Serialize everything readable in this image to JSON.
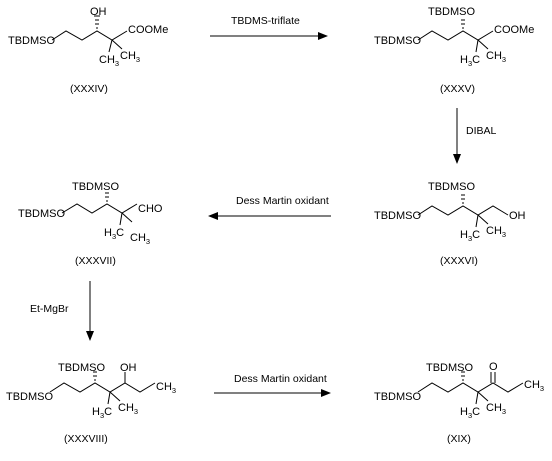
{
  "compounds": {
    "c34": {
      "id": "(XXXIV)",
      "oh": "OH",
      "silyl": "TBDMSO",
      "ester": "COOMe",
      "ch3a": "CH",
      "ch3a_sub": "3",
      "ch3b": "CH",
      "ch3b_sub": "3"
    },
    "c35": {
      "id": "(XXXV)",
      "silyl_top": "TBDMSO",
      "silyl": "TBDMSO",
      "ester": "COOMe",
      "h3c": "H",
      "h3c_sub": "3",
      "h3c_c": "C",
      "ch3": "CH",
      "ch3_sub": "3"
    },
    "c36": {
      "id": "(XXXVI)",
      "silyl_top": "TBDMSO",
      "silyl": "TBDMSO",
      "oh": "OH",
      "h3c": "H",
      "h3c_sub": "3",
      "h3c_c": "C",
      "ch3": "CH",
      "ch3_sub": "3"
    },
    "c37": {
      "id": "(XXXVII)",
      "silyl_top": "TBDMSO",
      "silyl": "TBDMSO",
      "cho": "CHO",
      "h3c": "H",
      "h3c_sub": "3",
      "h3c_c": "C",
      "ch3": "CH",
      "ch3_sub": "3"
    },
    "c38": {
      "id": "(XXXVIII)",
      "silyl_top": "TBDMSO",
      "silyl": "TBDMSO",
      "oh": "OH",
      "ch3_end": "CH",
      "ch3_end_sub": "3",
      "h3c": "H",
      "h3c_sub": "3",
      "h3c_c": "C",
      "ch3": "CH",
      "ch3_sub": "3"
    },
    "c39": {
      "id": "(XIX)",
      "silyl_top": "TBDMSO",
      "silyl": "TBDMSO",
      "oxo": "O",
      "ch3_end": "CH",
      "ch3_end_sub": "3",
      "h3c": "H",
      "h3c_sub": "3",
      "h3c_c": "C",
      "ch3": "CH",
      "ch3_sub": "3"
    }
  },
  "reagents": {
    "step1": "TBDMS-triflate",
    "step2": "DIBAL",
    "step3": "Dess Martin oxidant",
    "step4": "Et-MgBr",
    "step5": "Dess Martin oxidant"
  }
}
